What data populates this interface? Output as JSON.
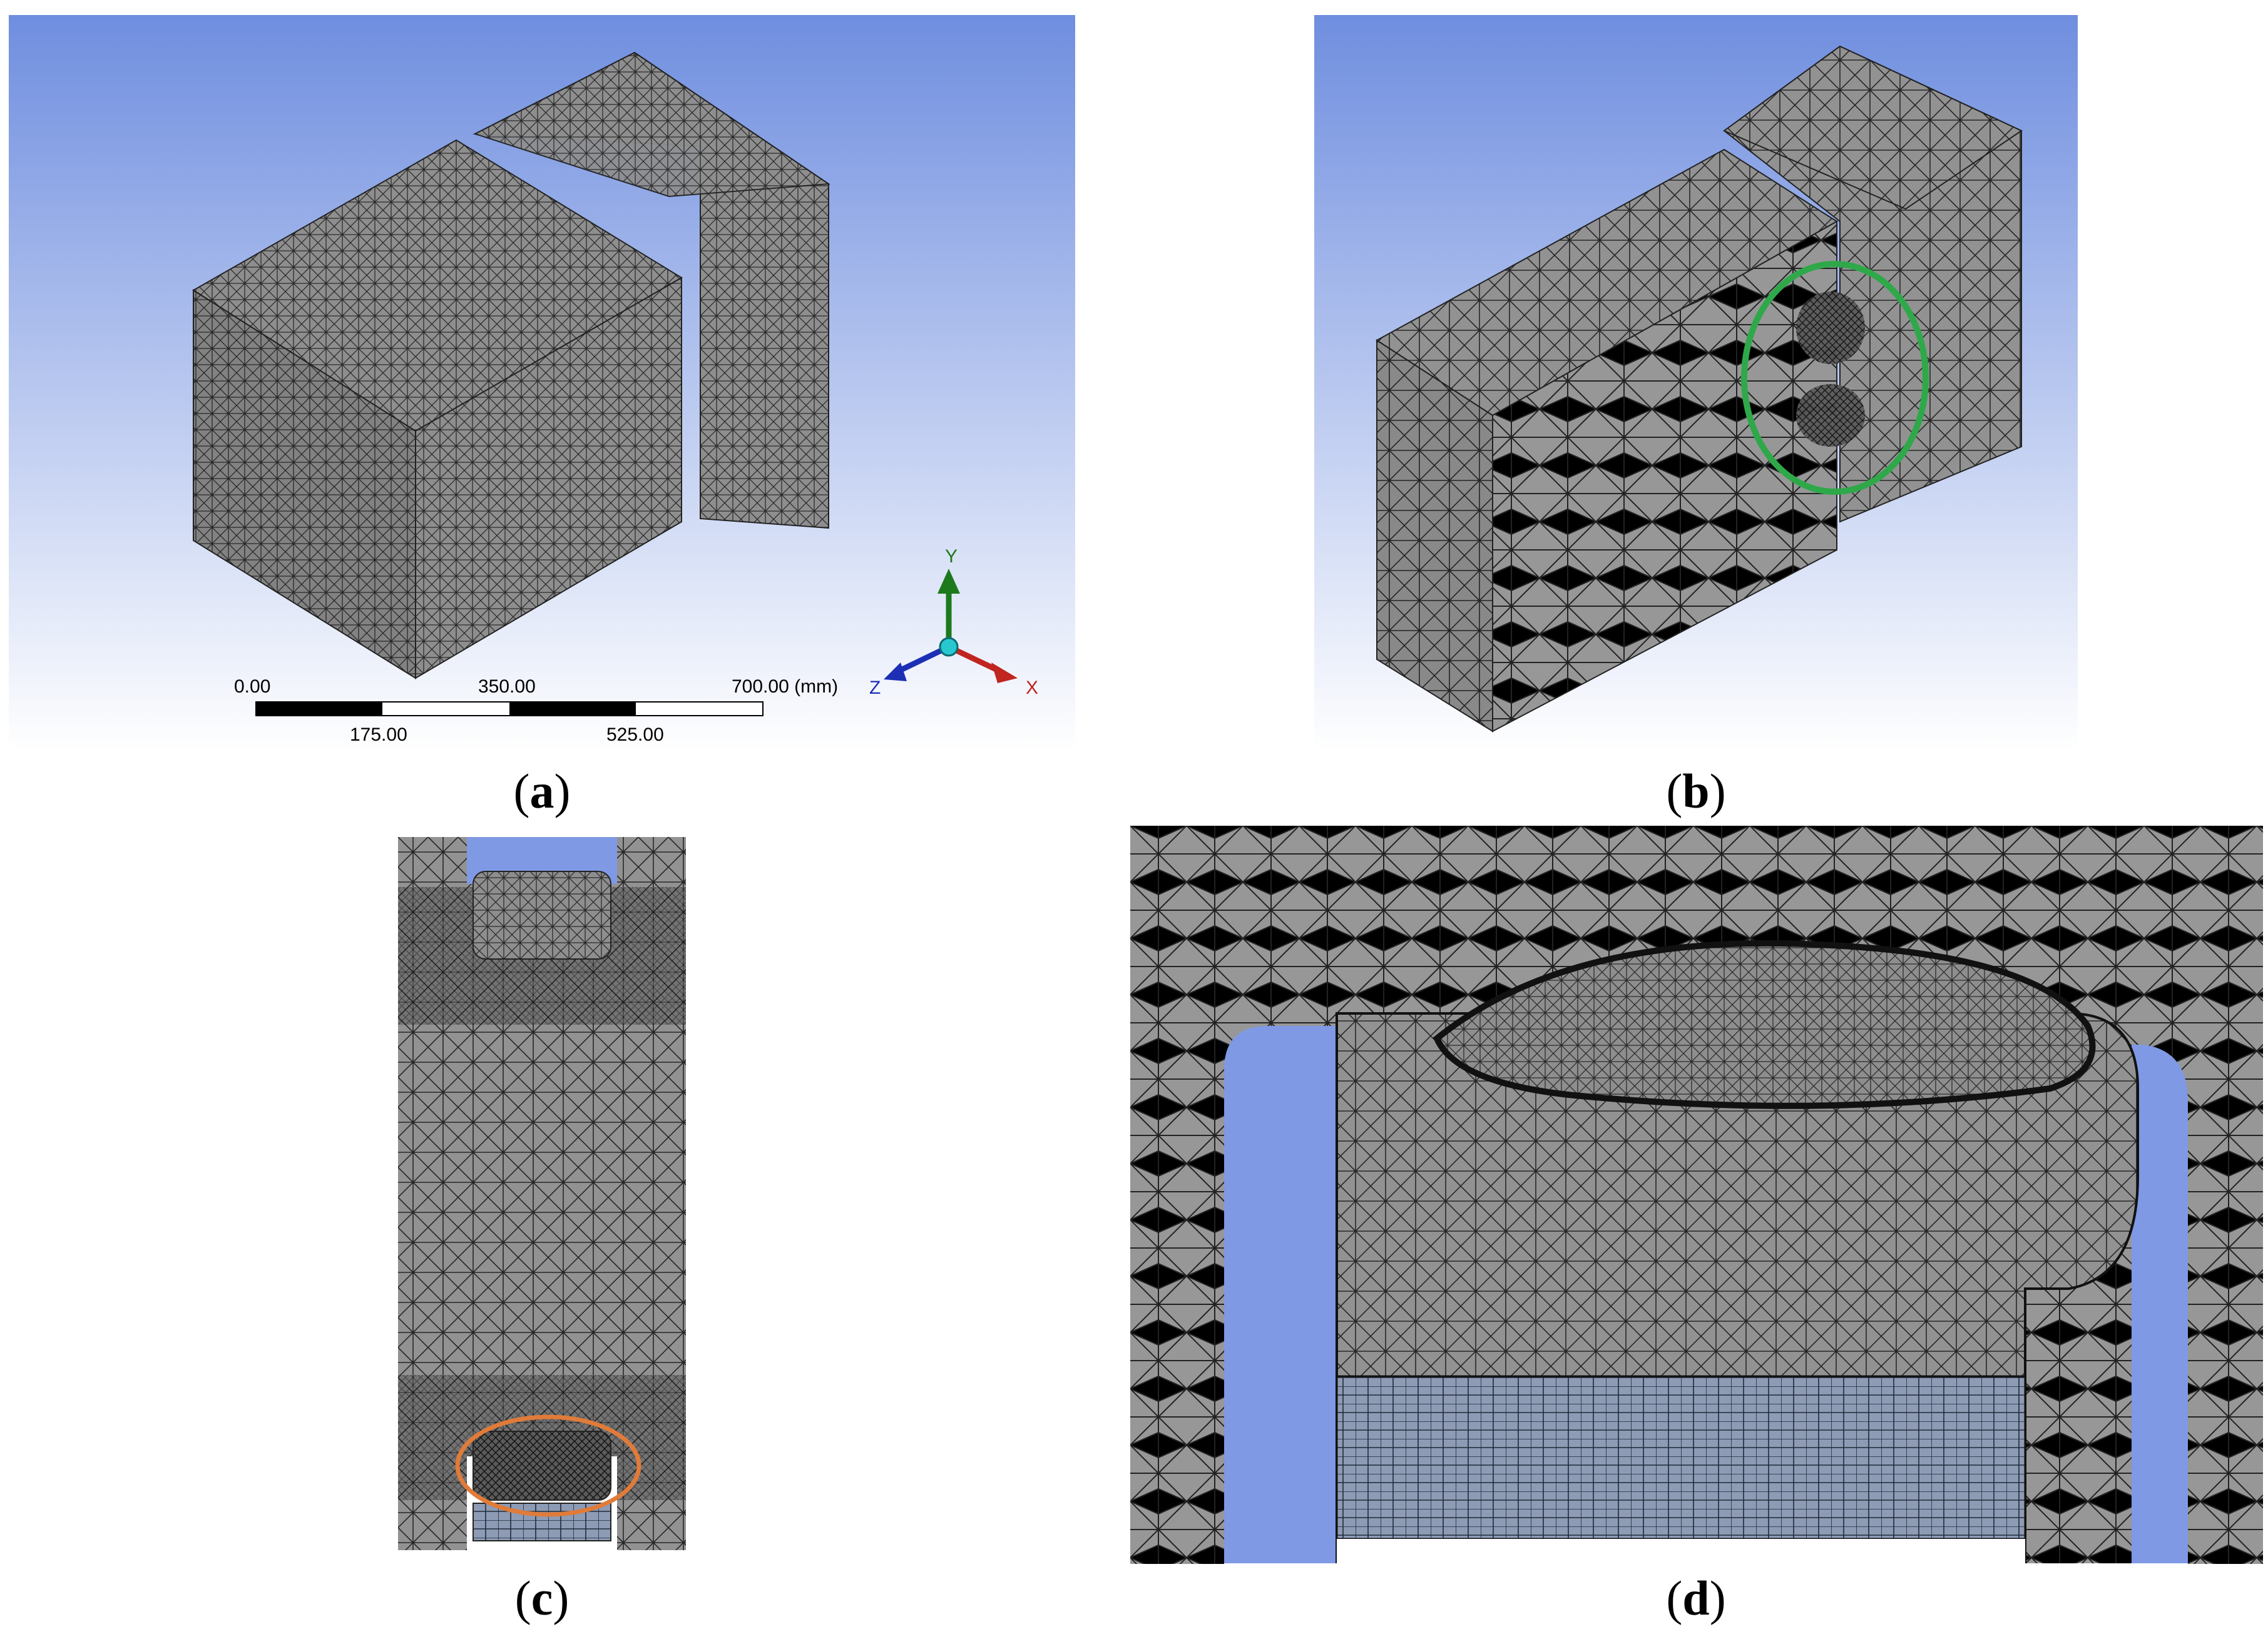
{
  "figure": {
    "panels": [
      {
        "id": "a",
        "label": "a"
      },
      {
        "id": "b",
        "label": "b"
      },
      {
        "id": "c",
        "label": "c"
      },
      {
        "id": "d",
        "label": "d"
      }
    ],
    "scale_bar": {
      "top_labels": [
        "0.00",
        "350.00",
        "700.00 (mm)"
      ],
      "bottom_labels": [
        "175.00",
        "525.00"
      ]
    },
    "axis_triad": {
      "y": "Y",
      "z": "Z",
      "x": "X"
    }
  },
  "colors": {
    "background_top": "#6f8edf",
    "background_bottom": "#ffffff",
    "mesh_gray": "#8a8a8a",
    "highlight_green": "#2fa84a",
    "highlight_orange": "#e07b39",
    "cavity_blue": "#7f99e4"
  }
}
